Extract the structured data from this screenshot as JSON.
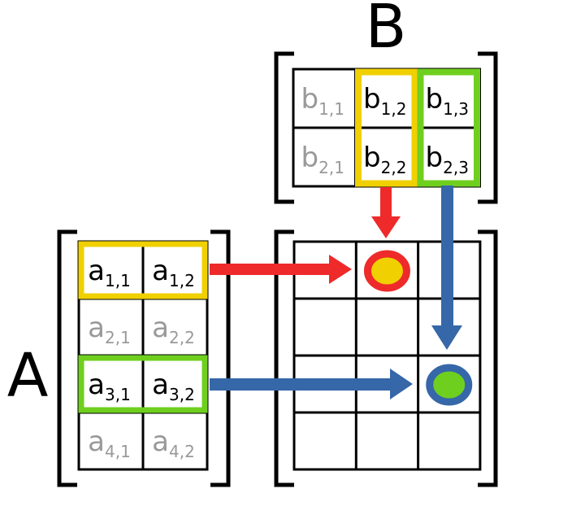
{
  "labels": {
    "A": "A",
    "B": "B"
  },
  "colors": {
    "active_text": "#000000",
    "inactive_text": "#999999",
    "yellow": "#f0d000",
    "green": "#6fcf1f",
    "red": "#ee2a2a",
    "blue": "#3667a8",
    "grid": "#000000"
  },
  "matrix_A": {
    "rows": [
      [
        {
          "base": "a",
          "sub": "1,1",
          "active": true
        },
        {
          "base": "a",
          "sub": "1,2",
          "active": true
        }
      ],
      [
        {
          "base": "a",
          "sub": "2,1",
          "active": false
        },
        {
          "base": "a",
          "sub": "2,2",
          "active": false
        }
      ],
      [
        {
          "base": "a",
          "sub": "3,1",
          "active": true
        },
        {
          "base": "a",
          "sub": "3,2",
          "active": true
        }
      ],
      [
        {
          "base": "a",
          "sub": "4,1",
          "active": false
        },
        {
          "base": "a",
          "sub": "4,2",
          "active": false
        }
      ]
    ],
    "highlights": [
      {
        "row": 1,
        "color": "yellow"
      },
      {
        "row": 3,
        "color": "green"
      }
    ]
  },
  "matrix_B": {
    "rows": [
      [
        {
          "base": "b",
          "sub": "1,1",
          "active": false
        },
        {
          "base": "b",
          "sub": "1,2",
          "active": true
        },
        {
          "base": "b",
          "sub": "1,3",
          "active": true
        }
      ],
      [
        {
          "base": "b",
          "sub": "2,1",
          "active": false
        },
        {
          "base": "b",
          "sub": "2,2",
          "active": true
        },
        {
          "base": "b",
          "sub": "2,3",
          "active": true
        }
      ]
    ],
    "highlights": [
      {
        "col": 2,
        "color": "yellow"
      },
      {
        "col": 3,
        "color": "green"
      }
    ]
  },
  "matrix_C": {
    "rows": 4,
    "cols": 3,
    "results": [
      {
        "row": 1,
        "col": 2,
        "fill": "yellow",
        "ring": "red"
      },
      {
        "row": 3,
        "col": 3,
        "fill": "green",
        "ring": "blue"
      }
    ]
  }
}
